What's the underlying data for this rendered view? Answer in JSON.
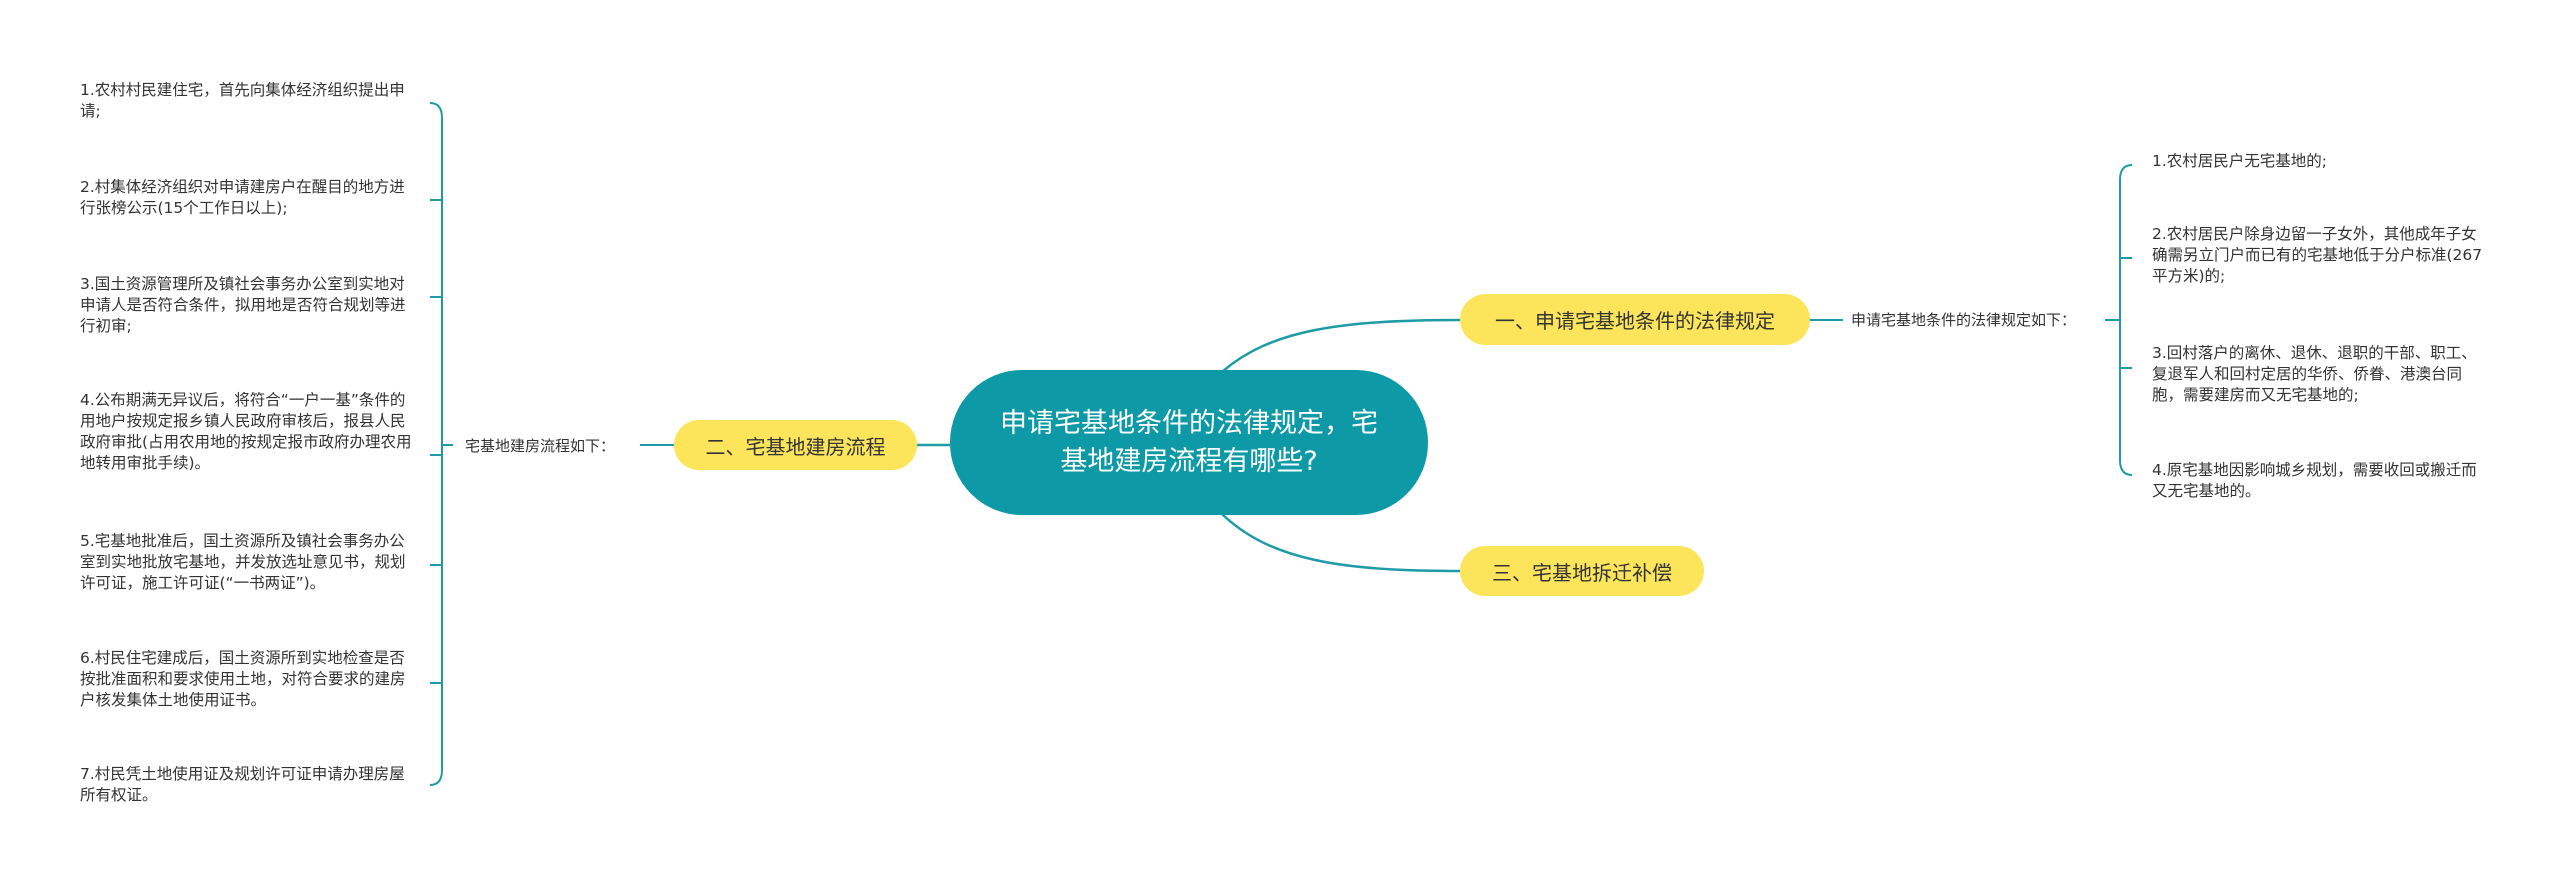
{
  "root": {
    "title": "申请宅基地条件的法律规定，宅基地建房流程有哪些?"
  },
  "branches": {
    "b1": {
      "label": "一、申请宅基地条件的法律规定",
      "sub": "申请宅基地条件的法律规定如下："
    },
    "b2": {
      "label": "二、宅基地建房流程",
      "sub": "宅基地建房流程如下："
    },
    "b3": {
      "label": "三、宅基地拆迁补偿"
    }
  },
  "left_items": [
    "1.农村村民建住宅，首先向集体经济组织提出申请;",
    "2.村集体经济组织对申请建房户在醒目的地方进行张榜公示(15个工作日以上);",
    "3.国土资源管理所及镇社会事务办公室到实地对申请人是否符合条件，拟用地是否符合规划等进行初审;",
    "4.公布期满无异议后，将符合“一户一基”条件的用地户按规定报乡镇人民政府审核后，报县人民政府审批(占用农用地的按规定报市政府办理农用地转用审批手续)。",
    "5.宅基地批准后，国土资源所及镇社会事务办公室到实地批放宅基地，并发放选址意见书，规划许可证，施工许可证(“一书两证”)。",
    "6.村民住宅建成后，国土资源所到实地检查是否按批准面积和要求使用土地，对符合要求的建房户核发集体土地使用证书。",
    "7.村民凭土地使用证及规划许可证申请办理房屋所有权证。"
  ],
  "right_items": [
    "1.农村居民户无宅基地的;",
    "2.农村居民户除身边留一子女外，其他成年子女确需另立门户而已有的宅基地低于分户标准(267平方米)的;",
    "3.回村落户的离休、退休、退职的干部、职工、复退军人和回村定居的华侨、侨眷、港澳台同胞，需要建房而又无宅基地的;",
    "4.原宅基地因影响城乡规划，需要收回或搬迁而又无宅基地的。"
  ],
  "colors": {
    "root": "#0d9aa6",
    "branch": "#fce55b",
    "line": "#1e9ba6",
    "text": "#333333"
  }
}
